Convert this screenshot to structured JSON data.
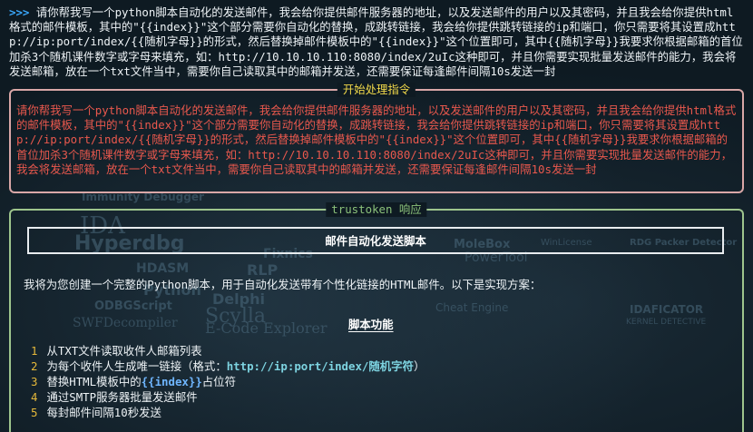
{
  "prompt": {
    "symbol": ">>>",
    "text": " 请你帮我写一个python脚本自动化的发送邮件，我会给你提供邮件服务器的地址，以及发送邮件的用户以及其密码，并且我会给你提供html格式的邮件模板，其中的\"{{index}}\"这个部分需要你自动化的替换，成跳转链接，我会给你提供跳转链接的ip和端口，你只需要将其设置成http://ip:port/index/{{随机字母}}的形式，然后替换掉邮件模板中的\"{{index}}\"这个位置即可，其中{{随机字母}}我要求你根据邮箱的首位加杀3个随机课件数字或字母来填充，如：http://10.10.10.110:8080/index/2uIc这种即可，并且你需要实现批量发送邮件的能力，我会将发送邮箱，放在一个txt文件当中，需要你自己读取其中的邮箱并发送，还需要保证每逢邮件间隔10s发送一封"
  },
  "processing_box": {
    "title": "开始处理指令",
    "text": "请你帮我写一个python脚本自动化的发送邮件，我会给你提供邮件服务器的地址，以及发送邮件的用户以及其密码，并且我会给你提供html格式的邮件模板，其中的\"{{index}}\"这个部分需要你自动化的替换，成跳转链接，我会给你提供跳转链接的ip和端口，你只需要将其设置成http://ip:port/index/{{随机字母}}的形式，然后替换掉邮件模板中的\"{{index}}\"这个位置即可，其中{{随机字母}}我要求你根据邮箱的首位加杀3个随机课件数字或字母来填充，如：http://10.10.10.110:8080/index/2uIc这种即可，并且你需要实现批量发送邮件的能力，我会将发送邮箱，放在一个txt文件当中，需要你自己读取其中的邮箱并发送，还需要保证每逢邮件间隔10s发送一封"
  },
  "response_box": {
    "title": "trustoken 响应",
    "heading": "邮件自动化发送脚本",
    "intro": "我将为您创建一个完整的Python脚本，用于自动化发送带有个性化链接的HTML邮件。以下是实现方案：",
    "features_title": "脚本功能",
    "features": [
      {
        "num": "1",
        "text": "从TXT文件读取收件人邮箱列表"
      },
      {
        "num": "2",
        "prefix": "为每个收件人生成唯一链接（格式：",
        "code": "http://ip:port/index/随机字符",
        "suffix": "）"
      },
      {
        "num": "3",
        "prefix": "替换HTML模板中的",
        "code": "{{index}}",
        "suffix": "占位符"
      },
      {
        "num": "4",
        "text": "通过SMTP服务器批量发送邮件"
      },
      {
        "num": "5",
        "text": "每封邮件间隔10秒发送"
      }
    ]
  }
}
